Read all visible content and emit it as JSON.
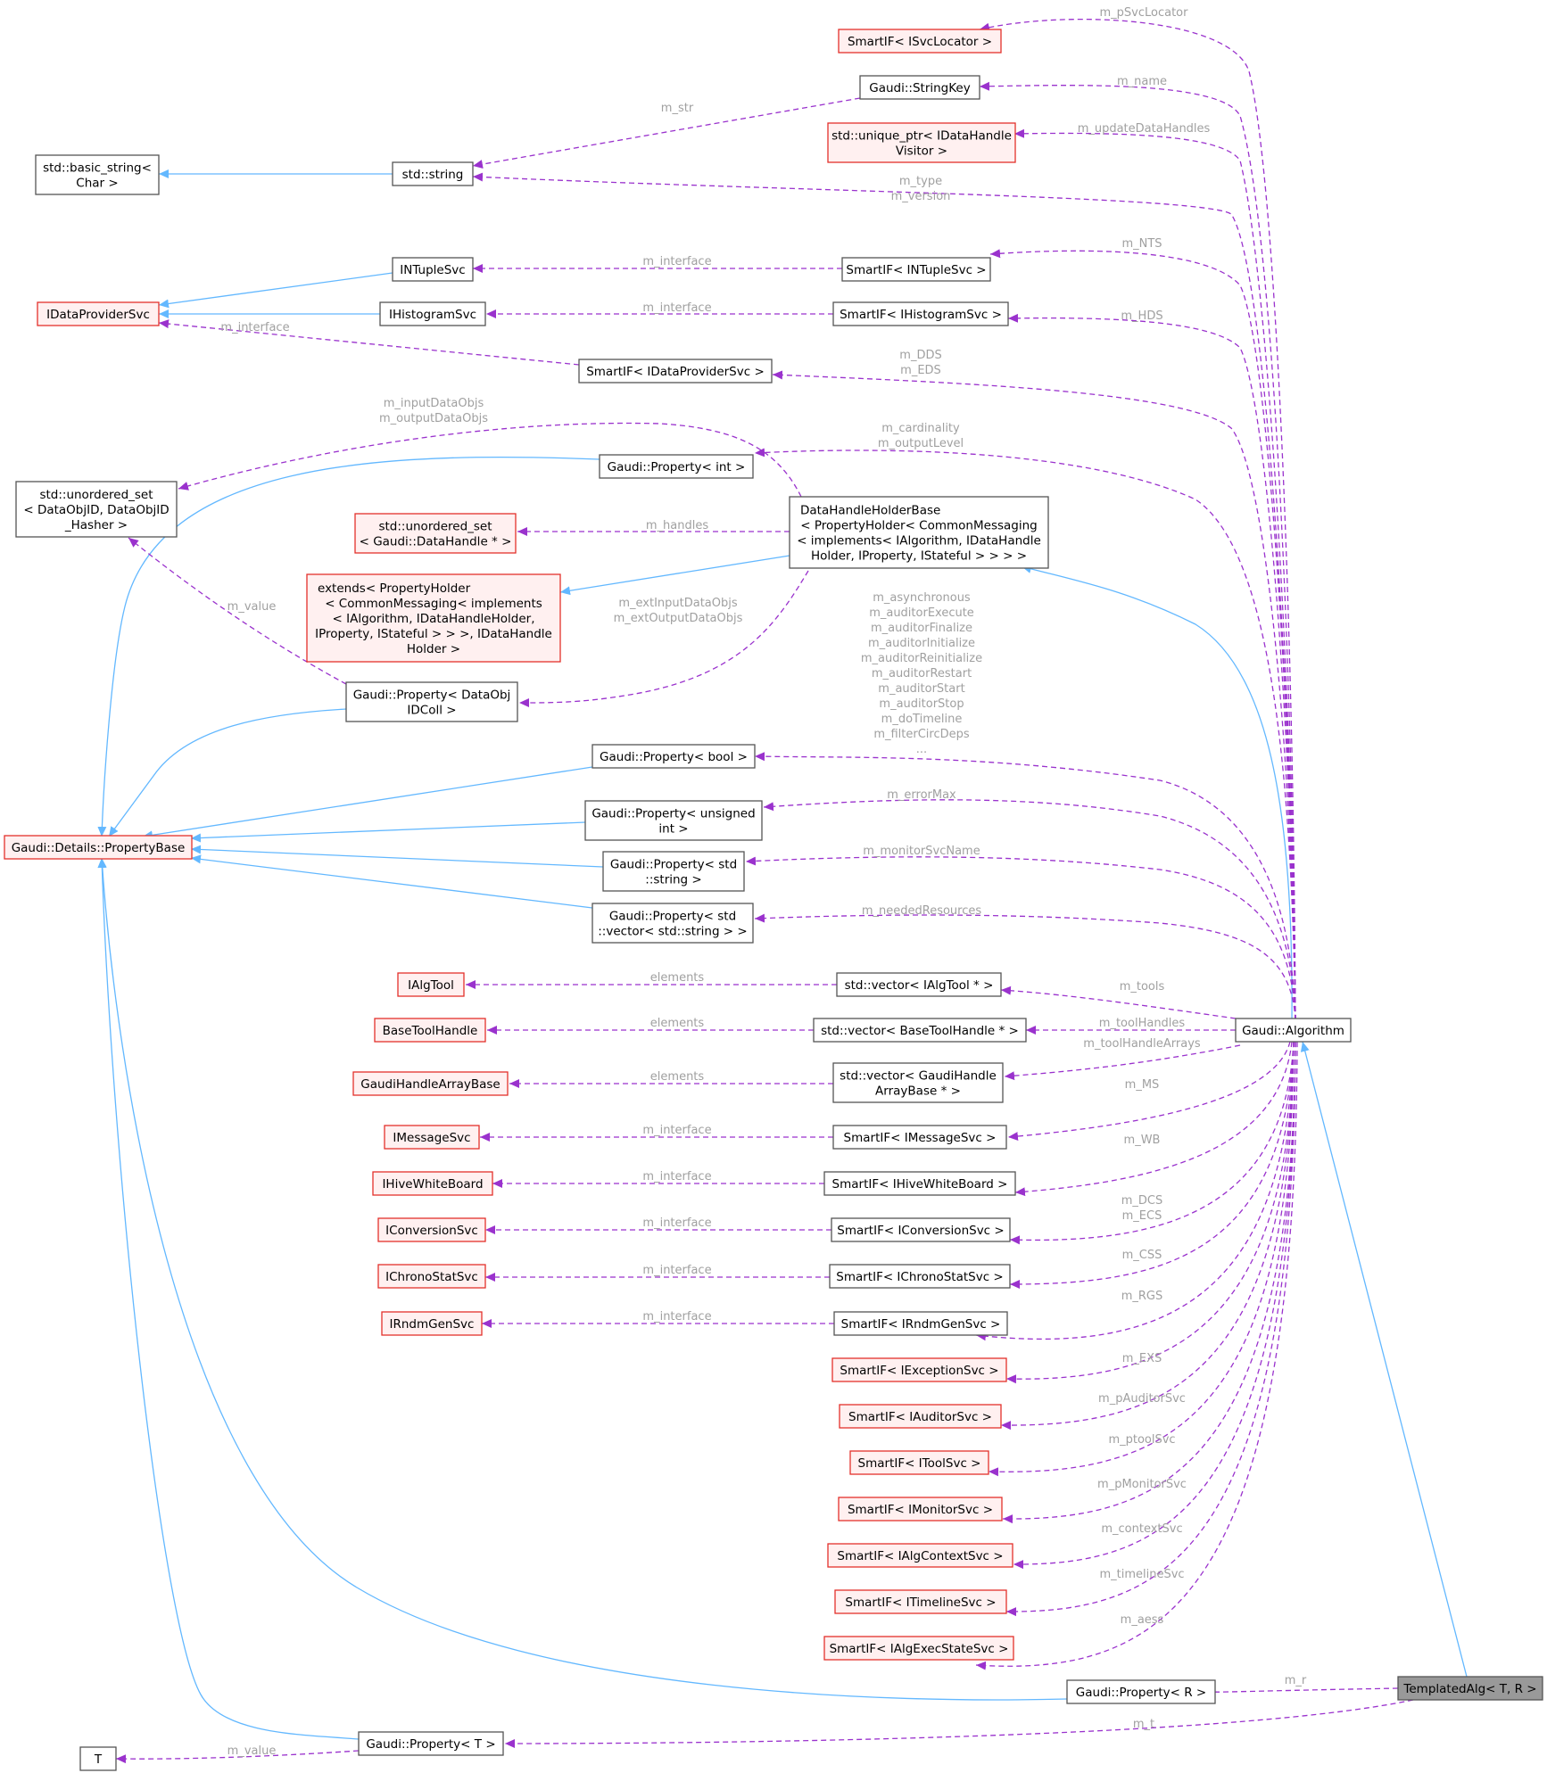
{
  "nodes": [
    {
      "id": "ISvcLocatorIF",
      "lines": [
        "SmartIF< ISvcLocator >"
      ],
      "style": "red"
    },
    {
      "id": "StringKey",
      "lines": [
        "Gaudi::StringKey"
      ],
      "style": "plain"
    },
    {
      "id": "UniquePtr",
      "lines": [
        "std::unique_ptr< IDataHandle",
        "Visitor >"
      ],
      "style": "red"
    },
    {
      "id": "BasicString",
      "lines": [
        "std::basic_string<",
        "Char >"
      ],
      "style": "plain"
    },
    {
      "id": "StdString",
      "lines": [
        "std::string"
      ],
      "style": "plain"
    },
    {
      "id": "INTupleSvc",
      "lines": [
        "INTupleSvc"
      ],
      "style": "plain"
    },
    {
      "id": "INTupleSvcIF",
      "lines": [
        "SmartIF< INTupleSvc >"
      ],
      "style": "plain"
    },
    {
      "id": "IDataProviderSvc",
      "lines": [
        "IDataProviderSvc"
      ],
      "style": "red"
    },
    {
      "id": "IHistogramSvc",
      "lines": [
        "IHistogramSvc"
      ],
      "style": "plain"
    },
    {
      "id": "IHistogramSvcIF",
      "lines": [
        "SmartIF< IHistogramSvc >"
      ],
      "style": "plain"
    },
    {
      "id": "IDataProviderSvcIF",
      "lines": [
        "SmartIF< IDataProviderSvc >"
      ],
      "style": "plain"
    },
    {
      "id": "UnorderedSetDataObj",
      "lines": [
        "std::unordered_set",
        "< DataObjID, DataObjID",
        "_Hasher >"
      ],
      "style": "plain"
    },
    {
      "id": "PropInt",
      "lines": [
        "Gaudi::Property< int >"
      ],
      "style": "plain"
    },
    {
      "id": "UnorderedSetHandle",
      "lines": [
        "std::unordered_set",
        "< Gaudi::DataHandle * >"
      ],
      "style": "red"
    },
    {
      "id": "DataHandleHolderBase",
      "lines": [
        "DataHandleHolderBase",
        "< PropertyHolder< CommonMessaging",
        "< implements< IAlgorithm, IDataHandle",
        "Holder, IProperty, IStateful > > > >"
      ],
      "style": "plain"
    },
    {
      "id": "Extends",
      "lines": [
        "extends< PropertyHolder",
        "< CommonMessaging< implements",
        "< IAlgorithm, IDataHandleHolder,",
        "IProperty, IStateful > > >, IDataHandle",
        "Holder >"
      ],
      "style": "red"
    },
    {
      "id": "PropDataObjIDColl",
      "lines": [
        "Gaudi::Property< DataObj",
        "IDColl >"
      ],
      "style": "plain"
    },
    {
      "id": "PropBool",
      "lines": [
        "Gaudi::Property< bool >"
      ],
      "style": "plain"
    },
    {
      "id": "PropertyBase",
      "lines": [
        "Gaudi::Details::PropertyBase"
      ],
      "style": "red"
    },
    {
      "id": "PropUnsigned",
      "lines": [
        "Gaudi::Property< unsigned",
        "int >"
      ],
      "style": "plain"
    },
    {
      "id": "PropString",
      "lines": [
        "Gaudi::Property< std",
        "::string >"
      ],
      "style": "plain"
    },
    {
      "id": "PropVecString",
      "lines": [
        "Gaudi::Property< std",
        "::vector< std::string > >"
      ],
      "style": "plain"
    },
    {
      "id": "IAlgTool",
      "lines": [
        "IAlgTool"
      ],
      "style": "red"
    },
    {
      "id": "VecIAlgTool",
      "lines": [
        "std::vector< IAlgTool * >"
      ],
      "style": "plain"
    },
    {
      "id": "BaseToolHandle",
      "lines": [
        "BaseToolHandle"
      ],
      "style": "red"
    },
    {
      "id": "VecBaseToolHandle",
      "lines": [
        "std::vector< BaseToolHandle * >"
      ],
      "style": "plain"
    },
    {
      "id": "Algorithm",
      "lines": [
        "Gaudi::Algorithm"
      ],
      "style": "plain"
    },
    {
      "id": "GaudiHandleArrayBase",
      "lines": [
        "GaudiHandleArrayBase"
      ],
      "style": "red"
    },
    {
      "id": "VecGaudiHandleArrayBase",
      "lines": [
        "std::vector< GaudiHandle",
        "ArrayBase * >"
      ],
      "style": "plain"
    },
    {
      "id": "IMessageSvc",
      "lines": [
        "IMessageSvc"
      ],
      "style": "red"
    },
    {
      "id": "IMessageSvcIF",
      "lines": [
        "SmartIF< IMessageSvc >"
      ],
      "style": "plain"
    },
    {
      "id": "IHiveWhiteBoard",
      "lines": [
        "IHiveWhiteBoard"
      ],
      "style": "red"
    },
    {
      "id": "IHiveWhiteBoardIF",
      "lines": [
        "SmartIF< IHiveWhiteBoard >"
      ],
      "style": "plain"
    },
    {
      "id": "IConversionSvc",
      "lines": [
        "IConversionSvc"
      ],
      "style": "red"
    },
    {
      "id": "IConversionSvcIF",
      "lines": [
        "SmartIF< IConversionSvc >"
      ],
      "style": "plain"
    },
    {
      "id": "IChronoStatSvc",
      "lines": [
        "IChronoStatSvc"
      ],
      "style": "red"
    },
    {
      "id": "IChronoStatSvcIF",
      "lines": [
        "SmartIF< IChronoStatSvc >"
      ],
      "style": "plain"
    },
    {
      "id": "IRndmGenSvc",
      "lines": [
        "IRndmGenSvc"
      ],
      "style": "red"
    },
    {
      "id": "IRndmGenSvcIF",
      "lines": [
        "SmartIF< IRndmGenSvc >"
      ],
      "style": "plain"
    },
    {
      "id": "IExceptionSvcIF",
      "lines": [
        "SmartIF< IExceptionSvc >"
      ],
      "style": "red"
    },
    {
      "id": "IAuditorSvcIF",
      "lines": [
        "SmartIF< IAuditorSvc >"
      ],
      "style": "red"
    },
    {
      "id": "IToolSvcIF",
      "lines": [
        "SmartIF< IToolSvc >"
      ],
      "style": "red"
    },
    {
      "id": "IMonitorSvcIF",
      "lines": [
        "SmartIF< IMonitorSvc >"
      ],
      "style": "red"
    },
    {
      "id": "IAlgContextSvcIF",
      "lines": [
        "SmartIF< IAlgContextSvc >"
      ],
      "style": "red"
    },
    {
      "id": "ITimelineSvcIF",
      "lines": [
        "SmartIF< ITimelineSvc >"
      ],
      "style": "red"
    },
    {
      "id": "IAlgExecStateSvcIF",
      "lines": [
        "SmartIF< IAlgExecStateSvc >"
      ],
      "style": "red"
    },
    {
      "id": "PropR",
      "lines": [
        "Gaudi::Property< R >"
      ],
      "style": "plain"
    },
    {
      "id": "TemplatedAlg",
      "lines": [
        "TemplatedAlg< T, R >"
      ],
      "style": "gray"
    },
    {
      "id": "T",
      "lines": [
        "T"
      ],
      "style": "plain"
    },
    {
      "id": "PropT",
      "lines": [
        "Gaudi::Property< T >"
      ],
      "style": "plain"
    }
  ],
  "edge_labels": {
    "m_pSvcLocator": "m_pSvcLocator",
    "m_name": "m_name",
    "m_str": "m_str",
    "m_updateDataHandles": "m_updateDataHandles",
    "m_type_version": [
      "m_type",
      "m_version"
    ],
    "m_NTS": "m_NTS",
    "m_interface": "m_interface",
    "m_HDS": "m_HDS",
    "m_DDS_EDS": [
      "m_DDS",
      "m_EDS"
    ],
    "m_inputOutputDataObjs": [
      "m_inputDataObjs",
      "m_outputDataObjs"
    ],
    "m_cardinality_outputLevel": [
      "m_cardinality",
      "m_outputLevel"
    ],
    "m_handles": "m_handles",
    "m_value": "m_value",
    "m_extInputOutputDataObjs": [
      "m_extInputDataObjs",
      "m_extOutputDataObjs"
    ],
    "m_bool_props": [
      "m_asynchronous",
      "m_auditorExecute",
      "m_auditorFinalize",
      "m_auditorInitialize",
      "m_auditorReinitialize",
      "m_auditorRestart",
      "m_auditorStart",
      "m_auditorStop",
      "m_doTimeline",
      "m_filterCircDeps",
      "..."
    ],
    "m_errorMax": "m_errorMax",
    "m_monitorSvcName": "m_monitorSvcName",
    "m_neededResources": "m_neededResources",
    "elements": "elements",
    "m_tools": "m_tools",
    "m_toolHandles": "m_toolHandles",
    "m_toolHandleArrays": "m_toolHandleArrays",
    "m_MS": "m_MS",
    "m_WB": "m_WB",
    "m_DCS_ECS": [
      "m_DCS",
      "m_ECS"
    ],
    "m_CSS": "m_CSS",
    "m_RGS": "m_RGS",
    "m_EXS": "m_EXS",
    "m_pAuditorSvc": "m_pAuditorSvc",
    "m_ptoolSvc": "m_ptoolSvc",
    "m_pMonitorSvc": "m_pMonitorSvc",
    "m_contextSvc": "m_contextSvc",
    "m_timelineSvc": "m_timelineSvc",
    "m_aess": "m_aess",
    "m_r": "m_r",
    "m_t": "m_t"
  },
  "colors": {
    "inheritance_edge": "#63b8ff",
    "member_edge": "#9a32cd",
    "edge_label": "#a0a0a0",
    "node_border_plain": "#555555",
    "node_border_red": "#e3312b",
    "node_fill_red": "#fff0f0",
    "node_fill_focus": "#999999"
  }
}
